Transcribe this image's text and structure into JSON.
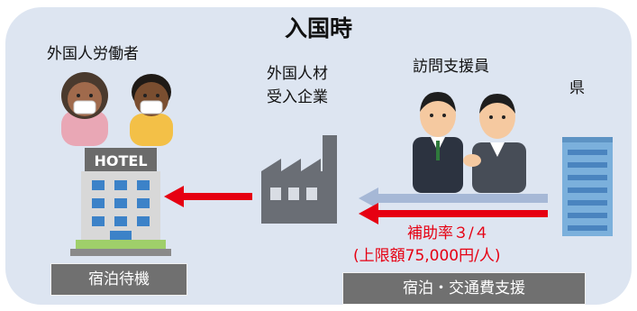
{
  "title": "入国時",
  "labels": {
    "workers": "外国人労働者",
    "company_line1": "外国人材",
    "company_line2": "受入企業",
    "visitors": "訪問支援員",
    "prefecture": "県"
  },
  "hotel_sign": "HOTEL",
  "subsidy": {
    "rate": "補助率３/４",
    "limit": "(上限額75,000円/人)"
  },
  "boxes": {
    "standby": "宿泊待機",
    "support": "宿泊・交通費支援"
  },
  "colors": {
    "panel": "#dde5f1",
    "arrow_red": "#e60012",
    "arrow_blue": "#a6b8d6",
    "label_box": "#707070"
  }
}
